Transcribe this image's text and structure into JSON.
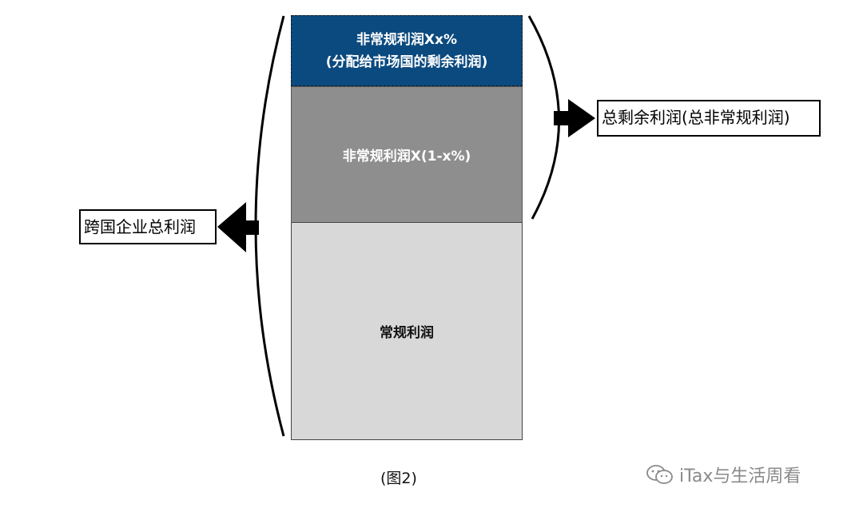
{
  "diagram": {
    "segments": {
      "top_line1": "非常规利润Xx%",
      "top_line2": "(分配给市场国的剩余利润)",
      "middle": "非常规利润X(1-x%)",
      "bottom": "常规利润"
    },
    "labels": {
      "total_profit": "跨国企业总利润",
      "total_residual": "总剩余利润(总非常规利润)"
    },
    "caption": "(图2)",
    "watermark": "iTax与生活周看",
    "colors": {
      "top_fill": "#0b4a7f",
      "middle_fill": "#8e8e8e",
      "bottom_fill": "#d8d8d8"
    }
  }
}
